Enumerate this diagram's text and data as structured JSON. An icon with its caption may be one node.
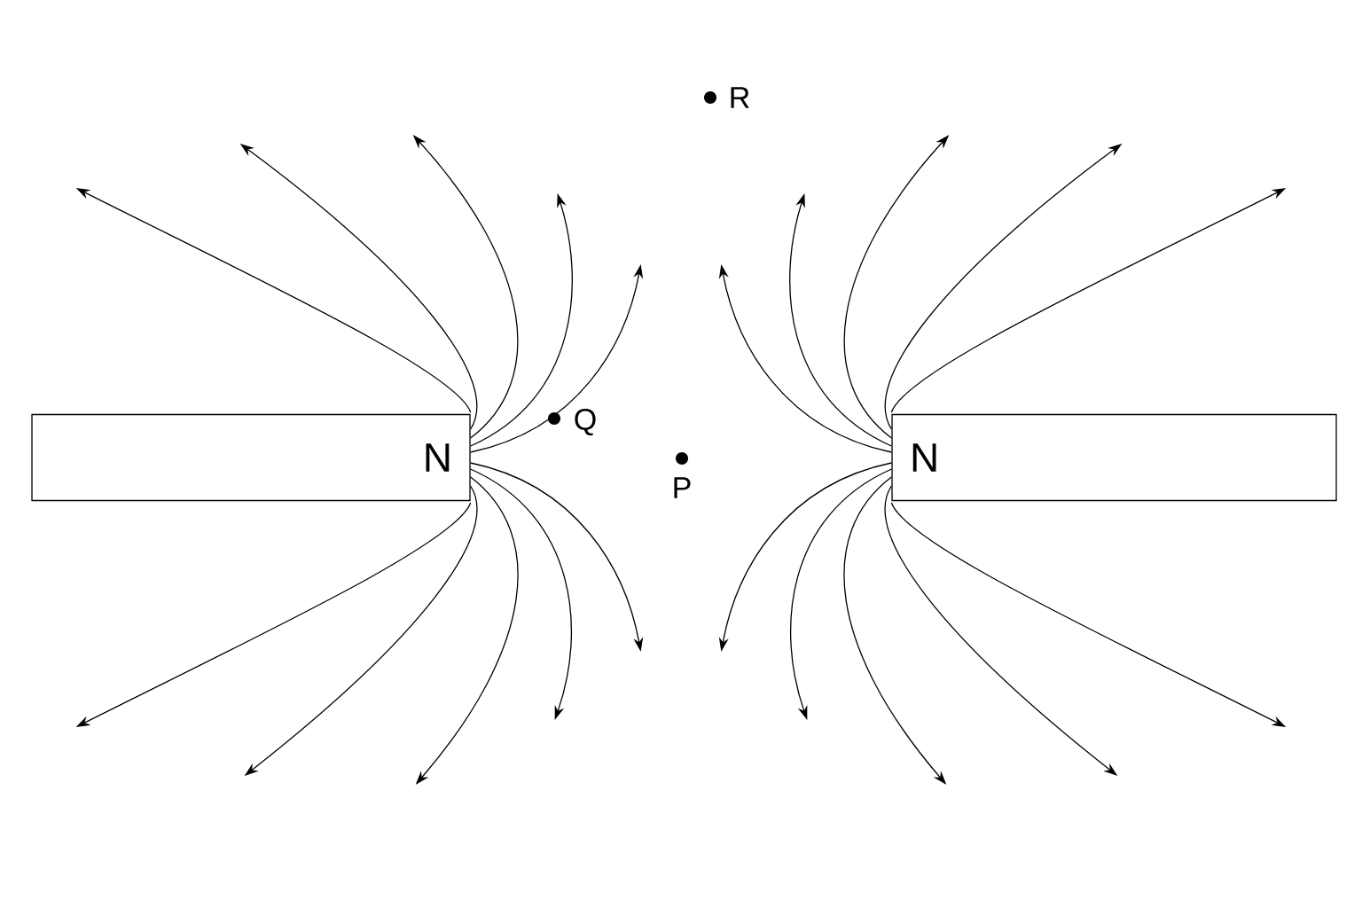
{
  "diagram": {
    "nodes": [
      {
        "text": [
          "N"
        ]
      },
      {
        "text": [
          "N"
        ]
      }
    ],
    "edges": [
      {
        "from": 0,
        "to": null,
        "arrow": "to"
      },
      {
        "from": 0,
        "to": null,
        "arrow": "to"
      },
      {
        "from": 0,
        "to": null,
        "arrow": "to"
      },
      {
        "from": 0,
        "to": null,
        "arrow": "to"
      },
      {
        "from": 0,
        "to": null,
        "arrow": "to"
      },
      {
        "from": 0,
        "to": null,
        "arrow": "to"
      },
      {
        "from": 0,
        "to": null,
        "arrow": "to"
      },
      {
        "from": 0,
        "to": null,
        "arrow": "to"
      },
      {
        "from": 0,
        "to": null,
        "arrow": "to"
      },
      {
        "from": 0,
        "to": null,
        "arrow": "to"
      },
      {
        "from": 1,
        "to": null,
        "arrow": "to"
      },
      {
        "from": 1,
        "to": null,
        "arrow": "to"
      },
      {
        "from": 1,
        "to": null,
        "arrow": "to"
      },
      {
        "from": 1,
        "to": null,
        "arrow": "to"
      },
      {
        "from": 1,
        "to": null,
        "arrow": "to"
      },
      {
        "from": 1,
        "to": null,
        "arrow": "to"
      },
      {
        "from": 1,
        "to": null,
        "arrow": "to"
      },
      {
        "from": 1,
        "to": null,
        "arrow": "to"
      },
      {
        "from": 1,
        "to": null,
        "arrow": "to"
      },
      {
        "from": 1,
        "to": null,
        "arrow": "to"
      }
    ],
    "labels": [
      "R",
      "Q",
      "P"
    ]
  }
}
